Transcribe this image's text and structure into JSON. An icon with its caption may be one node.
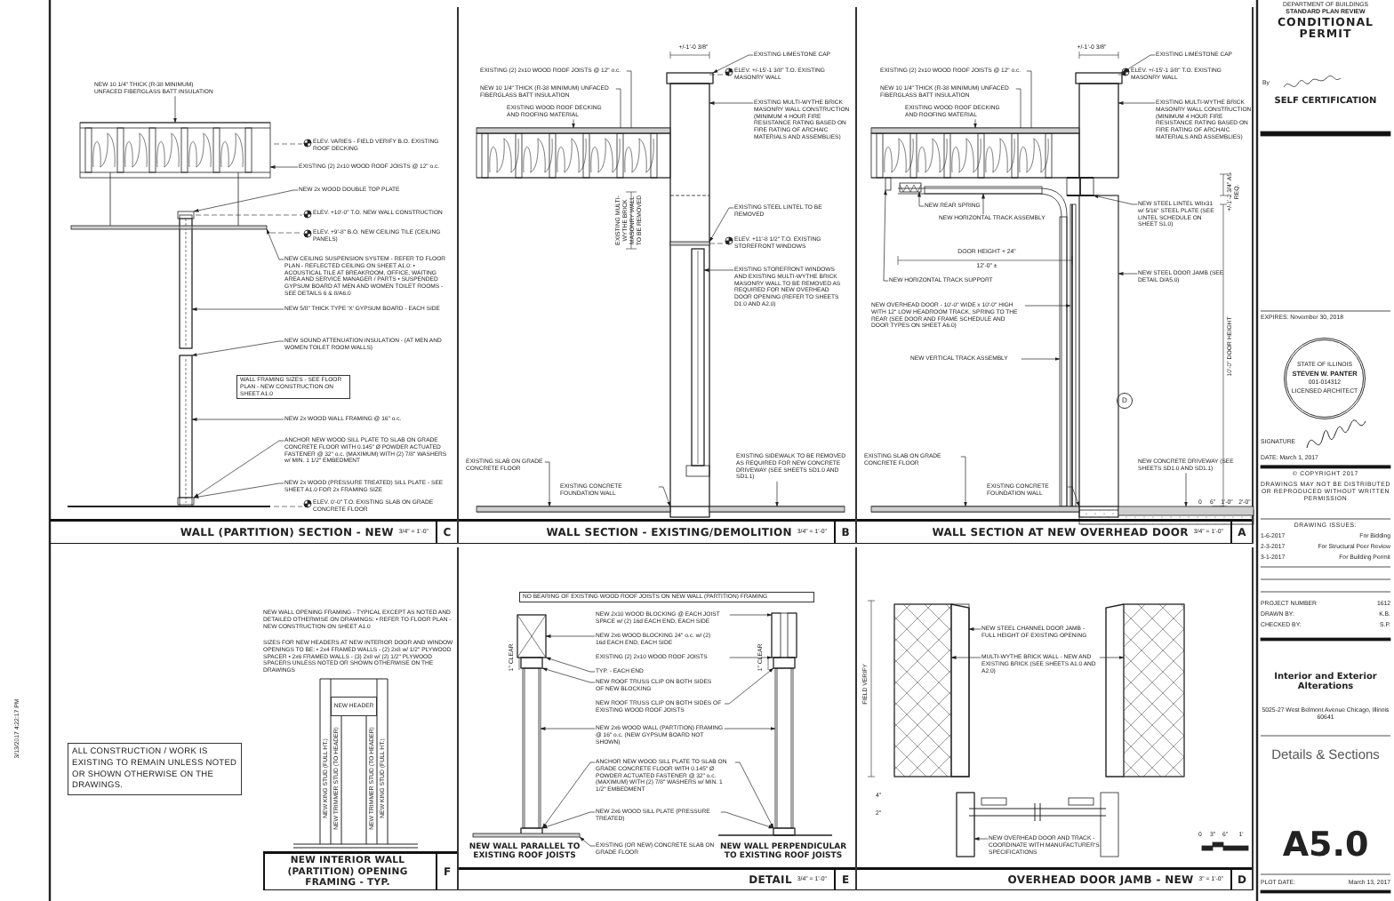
{
  "diagram": {
    "nodes": [
      {
        "text": [
          "WALL (PARTITION) SECTION - NEW",
          "3/4\" = 1'-0\"",
          "C"
        ]
      },
      {
        "text": [
          "NEW 10 1/4\" THICK (R-38 MINIMUM) UNFACED FIBERGLASS BATT INSULATION"
        ],
        "in": 0
      },
      {
        "text": [
          "EXISTING (2) 2x10 WOOD ROOF JOISTS @ 12\" o.c."
        ],
        "in": 0
      },
      {
        "text": [
          "NEW 2x WOOD DOUBLE TOP PLATE"
        ],
        "in": 0
      },
      {
        "text": [
          "NEW CEILING SUSPENSION SYSTEM - REFER TO FLOOR PLAN - REFLECTED CEILING ON SHEET A1.0: • ACOUSTICAL TILE AT BREAKROOM, OFFICE, WAITING AREA AND SERVICE MANAGER / PARTS • SUSPENDED GYPSUM BOARD AT MEN AND WOMEN TOILET ROOMS - SEE DETAILS 6 & 8/A6.0"
        ],
        "in": 0
      },
      {
        "text": [
          "NEW 5/8\" THICK TYPE 'X' GYPSUM BOARD - EACH SIDE"
        ],
        "in": 0
      },
      {
        "text": [
          "NEW SOUND ATTENUATION INSULATION - (AT MEN AND WOMEN TOILET ROOM WALLS)"
        ],
        "in": 0
      },
      {
        "text": [
          "WALL FRAMING SIZES - SEE FLOOR PLAN - NEW CONSTRUCTION ON SHEET A1.0"
        ],
        "in": 0
      },
      {
        "text": [
          "NEW 2x WOOD WALL FRAMING @ 16\" o.c."
        ],
        "in": 0
      },
      {
        "text": [
          "ANCHOR NEW WOOD SILL PLATE TO SLAB ON GRADE CONCRETE FLOOR WITH 0.145\" Ø POWDER ACTUATED FASTENER @ 32\" o.c. (MAXIMUM) WITH (2) 7/8\" WASHERS w/ MIN. 1 1/2\" EMBEDMENT"
        ],
        "in": 0
      },
      {
        "text": [
          "NEW 2x WOOD (PRESSURE TREATED) SILL PLATE - SEE SHEET A1.0 FOR 2x FRAMING SIZE"
        ],
        "in": 0
      },
      {
        "text": [
          "WALL SECTION - EXISTING/DEMOLITION",
          "3/4\" = 1'-0\"",
          "B"
        ]
      },
      {
        "text": [
          "EXISTING LIMESTONE CAP"
        ],
        "in": 11
      },
      {
        "text": [
          "EXISTING (2) 2x10 WOOD ROOF JOISTS @ 12\" o.c."
        ],
        "in": 11
      },
      {
        "text": [
          "NEW 10 1/4\" THICK (R-38 MINIMUM) UNFACED FIBERGLASS BATT INSULATION"
        ],
        "in": 11
      },
      {
        "text": [
          "EXISTING WOOD ROOF DECKING AND ROOFING MATERIAL"
        ],
        "in": 11
      },
      {
        "text": [
          "EXISTING MULTI-WYTHE BRICK MASONRY WALL CONSTRUCTION (MINIMUM 4 HOUR FIRE RESISTANCE RATING BASED ON FIRE RATING OF ARCHAIC MATERIALS AND ASSEMBLIES)"
        ],
        "in": 11
      },
      {
        "text": [
          "EXISTING STEEL LINTEL TO BE REMOVED"
        ],
        "in": 11
      },
      {
        "text": [
          "EXISTING STOREFRONT WINDOWS AND EXISTING MULTI-WYTHE BRICK MASONRY WALL TO BE REMOVED AS REQUIRED FOR NEW OVERHEAD DOOR OPENING (REFER TO SHEETS D1.0 AND A2.0)"
        ],
        "in": 11
      },
      {
        "text": [
          "EXISTING SIDEWALK TO BE REMOVED AS REQUIRED FOR NEW CONCRETE DRIVEWAY (SEE SHEETS SD1.0 AND SD1.1)"
        ],
        "in": 11
      },
      {
        "text": [
          "EXISTING SLAB ON GRADE CONCRETE FLOOR"
        ],
        "in": 11
      },
      {
        "text": [
          "EXISTING CONCRETE FOUNDATION WALL"
        ],
        "in": 11
      },
      {
        "text": [
          "WALL SECTION AT NEW OVERHEAD DOOR",
          "3/4\" = 1'-0\"",
          "A"
        ]
      },
      {
        "text": [
          "EXISTING LIMESTONE CAP"
        ],
        "in": 22
      },
      {
        "text": [
          "EXISTING (2) 2x10 WOOD ROOF JOISTS @ 12\" o.c."
        ],
        "in": 22
      },
      {
        "text": [
          "NEW 10 1/4\" THICK (R-38 MINIMUM) UNFACED FIBERGLASS BATT INSULATION"
        ],
        "in": 22
      },
      {
        "text": [
          "EXISTING WOOD ROOF DECKING AND ROOFING MATERIAL"
        ],
        "in": 22
      },
      {
        "text": [
          "EXISTING MULTI-WYTHE BRICK MASONRY WALL CONSTRUCTION (MINIMUM 4 HOUR FIRE RESISTANCE RATING BASED ON FIRE RATING OF ARCHAIC MATERIALS AND ASSEMBLIES)"
        ],
        "in": 22
      },
      {
        "text": [
          "NEW REAR SPRING"
        ],
        "in": 22
      },
      {
        "text": [
          "NEW HORIZONTAL TRACK ASSEMBLY"
        ],
        "in": 22
      },
      {
        "text": [
          "NEW STEEL LINTEL W8x31 w/ 5/16\" STEEL PLATE (SEE LINTEL SCHEDULE ON SHEET S1.0)"
        ],
        "in": 22
      },
      {
        "text": [
          "NEW HORIZONTAL TRACK SUPPORT"
        ],
        "in": 22
      },
      {
        "text": [
          "NEW STEEL DOOR JAMB (SEE DETAIL D/A5.0)"
        ],
        "in": 22
      },
      {
        "text": [
          "NEW OVERHEAD DOOR - 10'-0\" WIDE x 10'-0\" HIGH WITH 12\" LOW HEADROOM TRACK, SPRING TO THE REAR (SEE DOOR AND FRAME SCHEDULE AND DOOR TYPES ON SHEET A6.0)"
        ],
        "in": 22
      },
      {
        "text": [
          "NEW VERTICAL TRACK ASSEMBLY"
        ],
        "in": 22
      },
      {
        "text": [
          "D"
        ],
        "in": 22
      },
      {
        "text": [
          "NEW CONCRETE DRIVEWAY (SEE SHEETS SD1.0 AND SD1.1)"
        ],
        "in": 22
      },
      {
        "text": [
          "EXISTING SLAB ON GRADE CONCRETE FLOOR"
        ],
        "in": 22
      },
      {
        "text": [
          "EXISTING CONCRETE FOUNDATION WALL"
        ],
        "in": 22
      },
      {
        "text": [
          "NEW INTERIOR WALL (PARTITION) OPENING FRAMING - TYP.",
          "F"
        ]
      },
      {
        "text": [
          "ALL CONSTRUCTION / WORK IS EXISTING TO REMAIN UNLESS NOTED OR SHOWN OTHERWISE ON THE DRAWINGS."
        ],
        "in": 39
      },
      {
        "text": [
          "NEW HEADER"
        ],
        "in": 39
      },
      {
        "text": [
          "DETAIL",
          "3/4\" = 1'-0\"",
          "E"
        ]
      },
      {
        "text": [
          "NO BEARING OF EXISTING WOOD ROOF JOISTS ON NEW WALL (PARTITION) FRAMING"
        ],
        "in": 42
      },
      {
        "text": [
          "NEW 2x10 WOOD BLOCKING @ EACH JOIST SPACE w/ (2) 16d EACH END, EACH SIDE"
        ],
        "in": 42
      },
      {
        "text": [
          "NEW 2x6 WOOD BLOCKING 24\" o.c. w/ (2) 16d EACH END, EACH SIDE"
        ],
        "in": 42
      },
      {
        "text": [
          "EXISTING (2) 2x10 WOOD ROOF JOISTS"
        ],
        "in": 42
      },
      {
        "text": [
          "TYP. - EACH END"
        ],
        "in": 42
      },
      {
        "text": [
          "NEW ROOF TRUSS CLIP ON BOTH SIDES OF NEW BLOCKING"
        ],
        "in": 42
      },
      {
        "text": [
          "NEW ROOF TRUSS CLIP ON BOTH SIDES OF EXISTING WOOD ROOF JOISTS"
        ],
        "in": 42
      },
      {
        "text": [
          "NEW 2x6 WOOD WALL (PARTITION) FRAMING @ 16\" o.c. (NEW GYPSUM BOARD NOT SHOWN)"
        ],
        "in": 42
      },
      {
        "text": [
          "ANCHOR NEW WOOD SILL PLATE TO SLAB ON GRADE CONCRETE FLOOR WITH 0.145\" Ø POWDER ACTUATED FASTENER @ 32\" o.c. (MAXIMUM) WITH (2) 7/8\" WASHERS w/ MIN. 1 1/2\" EMBEDMENT"
        ],
        "in": 42
      },
      {
        "text": [
          "NEW 2x6 WOOD SILL PLATE (PRESSURE TREATED)"
        ],
        "in": 42
      },
      {
        "text": [
          "EXISTING (OR NEW) CONCRETE SLAB ON GRADE FLOOR"
        ],
        "in": 42
      },
      {
        "text": [
          "OVERHEAD DOOR JAMB - NEW",
          "3\" = 1'-0\"",
          "D"
        ]
      },
      {
        "text": [
          "NEW STEEL CHANNEL DOOR JAMB - FULL HEIGHT OF EXISTING OPENING"
        ],
        "in": 54
      },
      {
        "text": [
          "MULTI-WYTHE BRICK WALL - NEW AND EXISTING BRICK (SEE SHEETS A1.0 AND A2.0)"
        ],
        "in": 54
      },
      {
        "text": [
          "NEW OVERHEAD DOOR AND TRACK - COORDINATE WITH MANUFACTURER'S SPECIFICATIONS"
        ],
        "in": 54
      },
      {
        "text": [
          "STATE OF ILLINOIS",
          "STEVEN W. PANTER",
          "001-014312",
          "LICENSED ARCHITECT"
        ]
      },
      {
        "text": [],
        "shape": "box",
        "in": 0
      },
      {
        "text": [],
        "shape": "box",
        "in": 0
      },
      {
        "text": [],
        "shape": "bar",
        "in": 0
      },
      {
        "text": [],
        "shape": "box",
        "in": 0
      },
      {
        "text": [],
        "shape": "box",
        "in": 0
      },
      {
        "text": [],
        "shape": "box",
        "in": 0
      },
      {
        "text": [],
        "shape": "box",
        "in": 11
      },
      {
        "text": [],
        "shape": "bar",
        "in": 11
      },
      {
        "text": [],
        "shape": "box",
        "in": 11
      },
      {
        "text": [],
        "shape": "box",
        "in": 11
      },
      {
        "text": [],
        "shape": "bar",
        "in": 68
      },
      {
        "text": [],
        "shape": "box",
        "in": 68
      },
      {
        "text": [],
        "shape": "bar",
        "in": 11
      },
      {
        "text": [],
        "shape": "box",
        "in": 11
      },
      {
        "text": [],
        "shape": "bar",
        "in": 11
      },
      {
        "text": [],
        "shape": "box",
        "in": 22
      },
      {
        "text": [],
        "shape": "bar",
        "in": 22
      },
      {
        "text": [],
        "shape": "box",
        "in": 22
      },
      {
        "text": [],
        "shape": "box",
        "in": 22
      },
      {
        "text": [],
        "shape": "box",
        "in": 22
      },
      {
        "text": [],
        "shape": "box",
        "in": 22
      },
      {
        "text": [],
        "shape": "box",
        "in": 22
      },
      {
        "text": [],
        "shape": "box",
        "in": 22
      },
      {
        "text": [],
        "shape": "box",
        "in": 22
      },
      {
        "text": [],
        "shape": "box",
        "in": 22
      },
      {
        "text": [],
        "shape": "box",
        "in": 22
      },
      {
        "text": [],
        "shape": "bar",
        "in": 22
      },
      {
        "text": [],
        "shape": "box",
        "in": 22
      },
      {
        "text": [],
        "shape": "bar",
        "in": 22
      },
      {
        "text": [],
        "shape": "box",
        "in": 42
      },
      {
        "text": [],
        "shape": "box",
        "in": 42
      },
      {
        "text": [],
        "shape": "box",
        "in": 42
      },
      {
        "text": [],
        "shape": "box",
        "in": 42
      },
      {
        "text": [],
        "shape": "bar",
        "in": 42
      },
      {
        "text": [],
        "shape": "box",
        "in": 42
      },
      {
        "text": [],
        "shape": "box",
        "in": 42
      },
      {
        "text": [],
        "shape": "box",
        "in": 42
      },
      {
        "text": [],
        "shape": "box",
        "in": 42
      },
      {
        "text": [],
        "shape": "box",
        "in": 54
      },
      {
        "text": [],
        "shape": "box",
        "in": 54
      },
      {
        "text": [],
        "shape": "box",
        "in": 54
      },
      {
        "text": [],
        "shape": "box",
        "in": 54
      }
    ],
    "edges": [
      {
        "from": 1,
        "to": 59,
        "arrow": "to"
      },
      {
        "from": 2,
        "to": 59,
        "arrow": "to"
      },
      {
        "from": 3,
        "to": 60,
        "arrow": "to"
      },
      {
        "from": 4,
        "to": 61,
        "arrow": "to"
      },
      {
        "from": 5,
        "to": 62,
        "arrow": "to"
      },
      {
        "from": 6,
        "to": 63,
        "arrow": "to"
      },
      {
        "from": 8,
        "to": 63,
        "arrow": "to"
      },
      {
        "from": 9,
        "to": 64,
        "arrow": "to"
      },
      {
        "from": 10,
        "to": 64,
        "arrow": "to"
      },
      {
        "from": 12,
        "to": 65,
        "arrow": "to"
      },
      {
        "from": 13,
        "to": 67,
        "arrow": "to"
      },
      {
        "from": 14,
        "to": 67,
        "arrow": "to"
      },
      {
        "from": 15,
        "to": 66,
        "arrow": "to"
      },
      {
        "from": 16,
        "to": 68,
        "arrow": "to"
      },
      {
        "from": 17,
        "to": 69,
        "arrow": "to"
      },
      {
        "from": 18,
        "to": 70,
        "arrow": "to"
      },
      {
        "from": 19,
        "to": 73,
        "arrow": "to"
      },
      {
        "from": 20,
        "to": 71,
        "arrow": "to"
      },
      {
        "from": 21,
        "to": 72,
        "arrow": "to"
      },
      {
        "from": 23,
        "to": 74,
        "arrow": "to"
      },
      {
        "from": 24,
        "to": 76,
        "arrow": "to"
      },
      {
        "from": 25,
        "to": 76,
        "arrow": "to"
      },
      {
        "from": 26,
        "to": 75,
        "arrow": "to"
      },
      {
        "from": 27,
        "to": 80,
        "arrow": "to"
      },
      {
        "from": 28,
        "to": 78,
        "arrow": "to"
      },
      {
        "from": 29,
        "to": 79,
        "arrow": "to"
      },
      {
        "from": 30,
        "to": 81,
        "arrow": "to"
      },
      {
        "from": 31,
        "to": 77,
        "arrow": "to"
      },
      {
        "from": 32,
        "to": 84,
        "arrow": "to"
      },
      {
        "from": 33,
        "to": 83,
        "arrow": "to"
      },
      {
        "from": 34,
        "to": 82,
        "arrow": "to"
      },
      {
        "from": 36,
        "to": 87,
        "arrow": "to"
      },
      {
        "from": 37,
        "to": 85,
        "arrow": "to"
      },
      {
        "from": 38,
        "to": 86,
        "arrow": "to"
      },
      {
        "from": 44,
        "to": 93,
        "arrow": "to"
      },
      {
        "from": 45,
        "to": 88,
        "arrow": "to"
      },
      {
        "from": 46,
        "to": 93,
        "arrow": "to"
      },
      {
        "from": 47,
        "to": 88,
        "arrow": "to"
      },
      {
        "from": 48,
        "to": 89,
        "arrow": "to"
      },
      {
        "from": 49,
        "to": 94,
        "arrow": "to"
      },
      {
        "from": 50,
        "to": 90,
        "arrow": "to"
      },
      {
        "from": 50,
        "to": 95,
        "arrow": "to"
      },
      {
        "from": 51,
        "to": 91,
        "arrow": "to"
      },
      {
        "from": 51,
        "to": 96,
        "arrow": "to"
      },
      {
        "from": 52,
        "to": 91,
        "arrow": "to"
      },
      {
        "from": 52,
        "to": 96,
        "arrow": "to"
      },
      {
        "from": 53,
        "to": 92,
        "arrow": "to"
      },
      {
        "from": 55,
        "to": 98,
        "arrow": "to"
      },
      {
        "from": 56,
        "to": 97,
        "arrow": "to"
      },
      {
        "from": 56,
        "to": 99,
        "arrow": "to"
      },
      {
        "from": 57,
        "to": 100,
        "arrow": "to"
      }
    ],
    "labels": [
      "ELEV. VARIES - FIELD VERIFY B.O. EXISTING ROOF DECKING",
      "ELEV. +10'-0\" T.O. NEW WALL CONSTRUCTION",
      "ELEV. +9'-8\" B.O. NEW CEILING TILE (CEILING PANELS)",
      "ELEV. 0'-0\" T.O. EXISTING SLAB ON GRADE CONCRETE FLOOR",
      "+/-1'-0 3/8\"",
      "ELEV. +/-15'-1 3/8\" T.O. EXISTING MASONRY WALL",
      "EXISTING MULTI-WYTHE BRICK MASONRY WALL TO BE REMOVED",
      "ELEV. +11'-8 1/2\" T.O. EXISTING STOREFRONT WINDOWS",
      "+/-1'-0 3/8\"",
      "ELEV. +/-15'-1 3/8\" T.O. EXISTING MASONRY WALL",
      "+/-1'-2 3/4\" AS REQ.",
      "DOOR HEIGHT + 24\"",
      "12'-0\" ±",
      "10'-0\" DOOR HEIGHT",
      "0",
      "6\"",
      "1'-0\"",
      "2'-0\"",
      "NEW WALL OPENING FRAMING - TYPICAL EXCEPT AS NOTED AND DETAILED OTHERWISE ON DRAWINGS: • REFER TO FLOOR PLAN - NEW CONSTRUCTION ON SHEET A1.0",
      "SIZES FOR NEW HEADERS AT NEW INTERIOR DOOR AND WINDOW OPENINGS TO BE: • 2x4 FRAMED WALLS - (2) 2x8 w/ 1/2\" PLYWOOD SPACER • 2x6 FRAMED WALLS - (3) 2x8 w/ (2) 1/2\" PLYWOOD SPACERS UNLESS NOTED OR SHOWN OTHERWISE ON THE DRAWINGS",
      "NEW KING STUD (FULL HT.)",
      "NEW TRIMMER STUD (TO HEADER)",
      "NEW TRIMMER STUD (TO HEADER)",
      "NEW KING STUD (FULL HT.)",
      "1\" CLEAR",
      "1\" CLEAR",
      "NEW WALL PARALLEL TO EXISTING ROOF JOISTS",
      "NEW WALL PERPENDICULAR TO EXISTING ROOF JOISTS",
      "FIELD VERIFY",
      "4\"",
      "2\"",
      "0",
      "3\"",
      "6\"",
      "1'",
      "DEPARTMENT OF BUILDINGS",
      "STANDARD PLAN REVIEW",
      "CONDITIONAL PERMIT",
      "By",
      "SELF CERTIFICATION",
      "EXPIRES: November 30, 2018",
      "SIGNATURE",
      "DATE: March 1, 2017",
      "© COPYRIGHT 2017",
      "DRAWINGS MAY NOT BE DISTRIBUTED OR REPRODUCED WITHOUT WRITTEN PERMISSION",
      "DRAWING ISSUES:",
      "1-6-2017",
      "For Bidding",
      "2-3-2017",
      "For Structural Peer Review",
      "3-1-2017",
      "For Building Permit",
      "PROJECT NUMBER",
      "1612",
      "DRAWN BY:",
      "K.B.",
      "CHECKED BY:",
      "S.P.",
      "Interior and Exterior Alterations",
      "5025-27 West Belmont Avenue Chicago, Illinois 60641",
      "Details & Sections",
      "A5.0",
      "PLOT DATE:",
      "March 13, 2017",
      "3/13/2017 4:22:17 PM"
    ]
  }
}
